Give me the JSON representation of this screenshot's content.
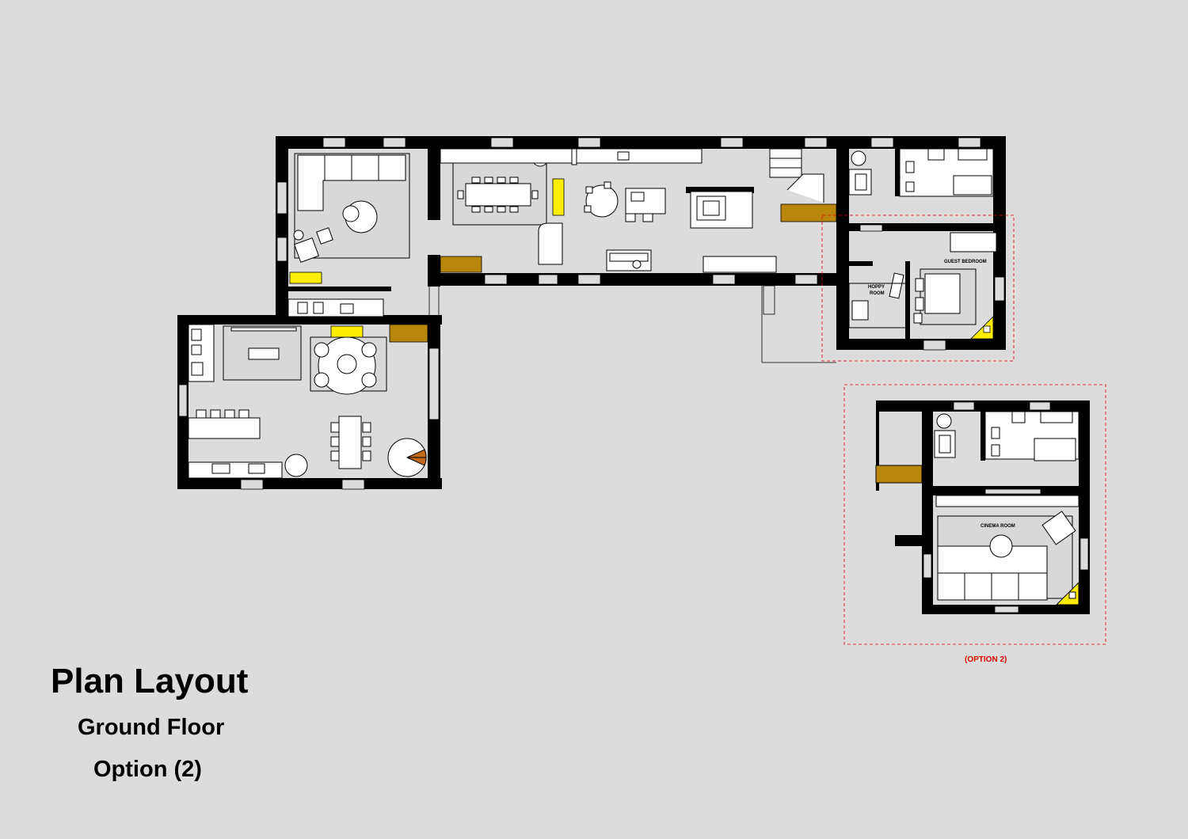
{
  "titles": {
    "main": "Plan Layout",
    "floor": "Ground Floor",
    "option": "Option (2)"
  },
  "rooms": {
    "guest_bedroom": "GUEST BEDROOM",
    "hoppy_room_line1": "HOPPY",
    "hoppy_room_line2": "ROOM",
    "cinema_room": "CINEMA ROOM"
  },
  "inset": {
    "caption": "(OPTION 2)"
  },
  "colors": {
    "background": "#dcdcdc",
    "wall": "#000000",
    "floor": "#dcdcdc",
    "accent_yellow": "#ffee00",
    "accent_brown": "#b8860b",
    "option_outline": "#e00000"
  }
}
